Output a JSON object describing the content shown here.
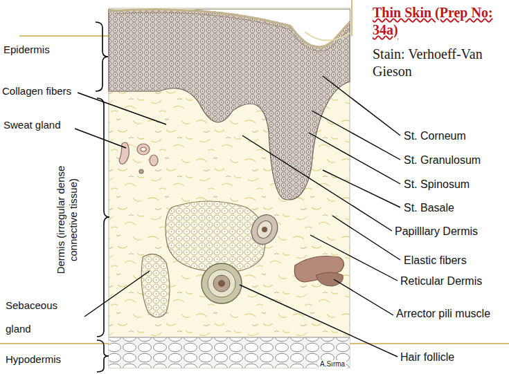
{
  "diagram": {
    "title": "Thin Skin (Prep No: 34a)",
    "labels": [
      "Epidermis",
      "Collagen fibers",
      "Sweat gland",
      "Dermis (irregular dense connective tissue)",
      "Sebaceous gland",
      "Hypodermis",
      "Stain: Verhoeff-Van Gieson",
      "St. Corneum",
      "St. Granulosum",
      "St. Spinosum",
      "St. Basale",
      "Papilllary Dermis",
      "Elastic fibers",
      "Reticular Dermis",
      "Arrector pili muscle",
      "Hair follicle",
      "A.Sırma"
    ]
  }
}
